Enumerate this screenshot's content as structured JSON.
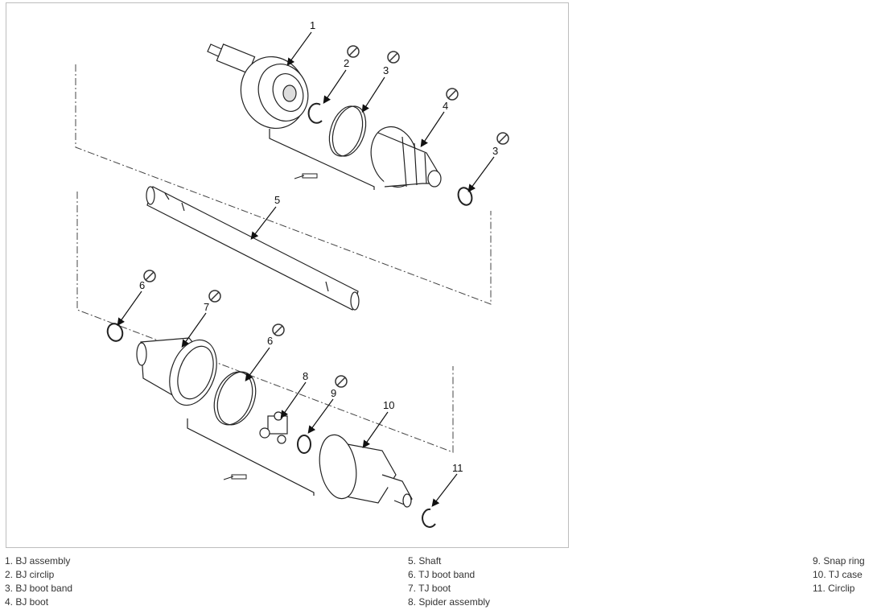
{
  "diagram": {
    "callouts": [
      "1",
      "2",
      "3",
      "4",
      "3",
      "5",
      "6",
      "7",
      "6",
      "8",
      "9",
      "10",
      "11"
    ]
  },
  "legend": {
    "col1": [
      "1. BJ assembly",
      "2. BJ circlip",
      "3. BJ boot band",
      "4. BJ boot"
    ],
    "col2": [
      "5. Shaft",
      "6. TJ boot band",
      "7. TJ boot",
      "8. Spider assembly"
    ],
    "col3": [
      "9. Snap ring",
      "10. TJ case",
      "11. Circlip"
    ]
  }
}
